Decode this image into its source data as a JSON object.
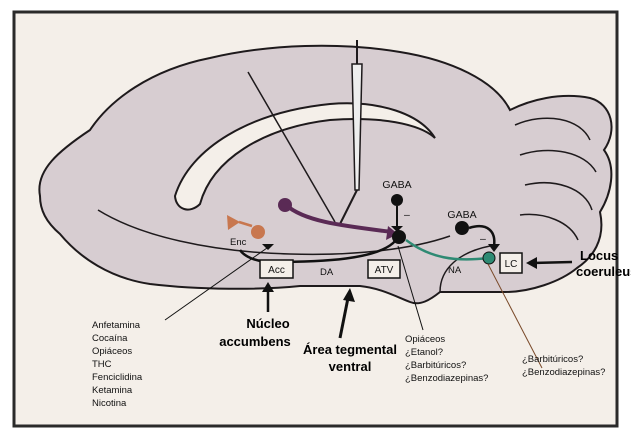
{
  "colors": {
    "frame": "#2a2a2a",
    "background": "#f4efe9",
    "brain": "#d7cdd1",
    "brain_outline": "#1e1a1c",
    "pathway_da": "#111111",
    "pathway_gaba": "#5a2a55",
    "pathway_na": "#2e8a73",
    "enc": "#c8774f",
    "node_dark": "#111111",
    "node_green": "#2e8a73"
  },
  "labels": {
    "gaba_top": "GABA",
    "gaba_right": "GABA",
    "enc": "Enc",
    "da": "DA",
    "na": "NA",
    "minus_top": "–",
    "minus_right": "–"
  },
  "boxes": {
    "acc": "Acc",
    "atv": "ATV",
    "lc": "LC"
  },
  "regions": {
    "locus_coeruleus": [
      "Locus",
      "coeruleus"
    ],
    "nucleo_accumbens": [
      "Núcleo",
      "accumbens"
    ],
    "area_tegmental": [
      "Área tegmental",
      "ventral"
    ]
  },
  "drug_lists": {
    "accumbens": [
      "Anfetamina",
      "Cocaína",
      "Opiáceos",
      "THC",
      "Fenciclidina",
      "Ketamina",
      "Nicotina"
    ],
    "atv": [
      "Opiáceos",
      "¿Etanol?",
      "¿Barbitúricos?",
      "¿Benzodiazepinas?"
    ],
    "lc": [
      "¿Barbitúricos?",
      "¿Benzodiazepinas?"
    ]
  },
  "icons": [
    "electrode-icon",
    "arrow-icon"
  ]
}
